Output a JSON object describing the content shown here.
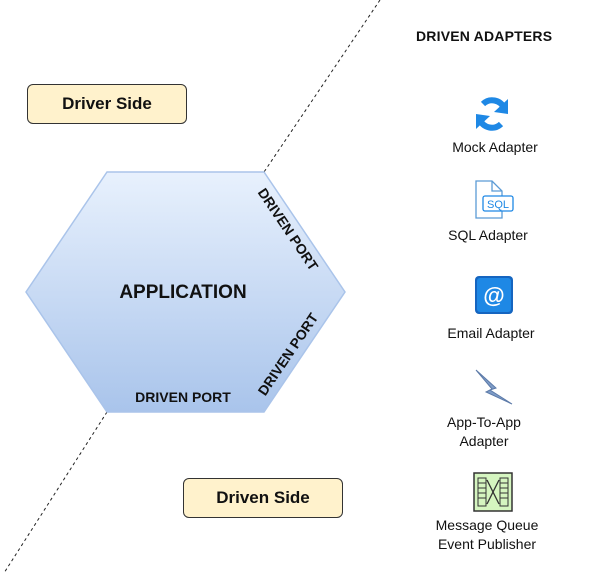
{
  "diagram": {
    "center_label": "APPLICATION",
    "ports": [
      {
        "label": "DRIVEN PORT"
      },
      {
        "label": "DRIVEN PORT"
      },
      {
        "label": "DRIVEN PORT"
      }
    ],
    "driver_side_label": "Driver Side",
    "driven_side_label": "Driven Side",
    "adapters_heading": "DRIVEN ADAPTERS",
    "adapters": [
      {
        "label": "Mock Adapter",
        "icon": "refresh-icon"
      },
      {
        "label": "SQL Adapter",
        "icon": "sql-file-icon",
        "icon_text": "SQL"
      },
      {
        "label": "Email Adapter",
        "icon": "email-icon",
        "icon_text": "@"
      },
      {
        "label_line1": "App-To-App",
        "label_line2": "Adapter",
        "icon": "lightning-icon"
      },
      {
        "label_line1": "Message Queue",
        "label_line2": "Event Publisher",
        "icon": "message-queue-icon"
      }
    ],
    "colors": {
      "side_box_fill": "#fff2cc",
      "hexagon_fill_top": "#dae8fc",
      "hexagon_fill_bottom": "#a9c4eb",
      "hexagon_stroke": "#a3c0e8",
      "icon_blue": "#1e88e5",
      "queue_green": "#d5f5c0"
    }
  }
}
